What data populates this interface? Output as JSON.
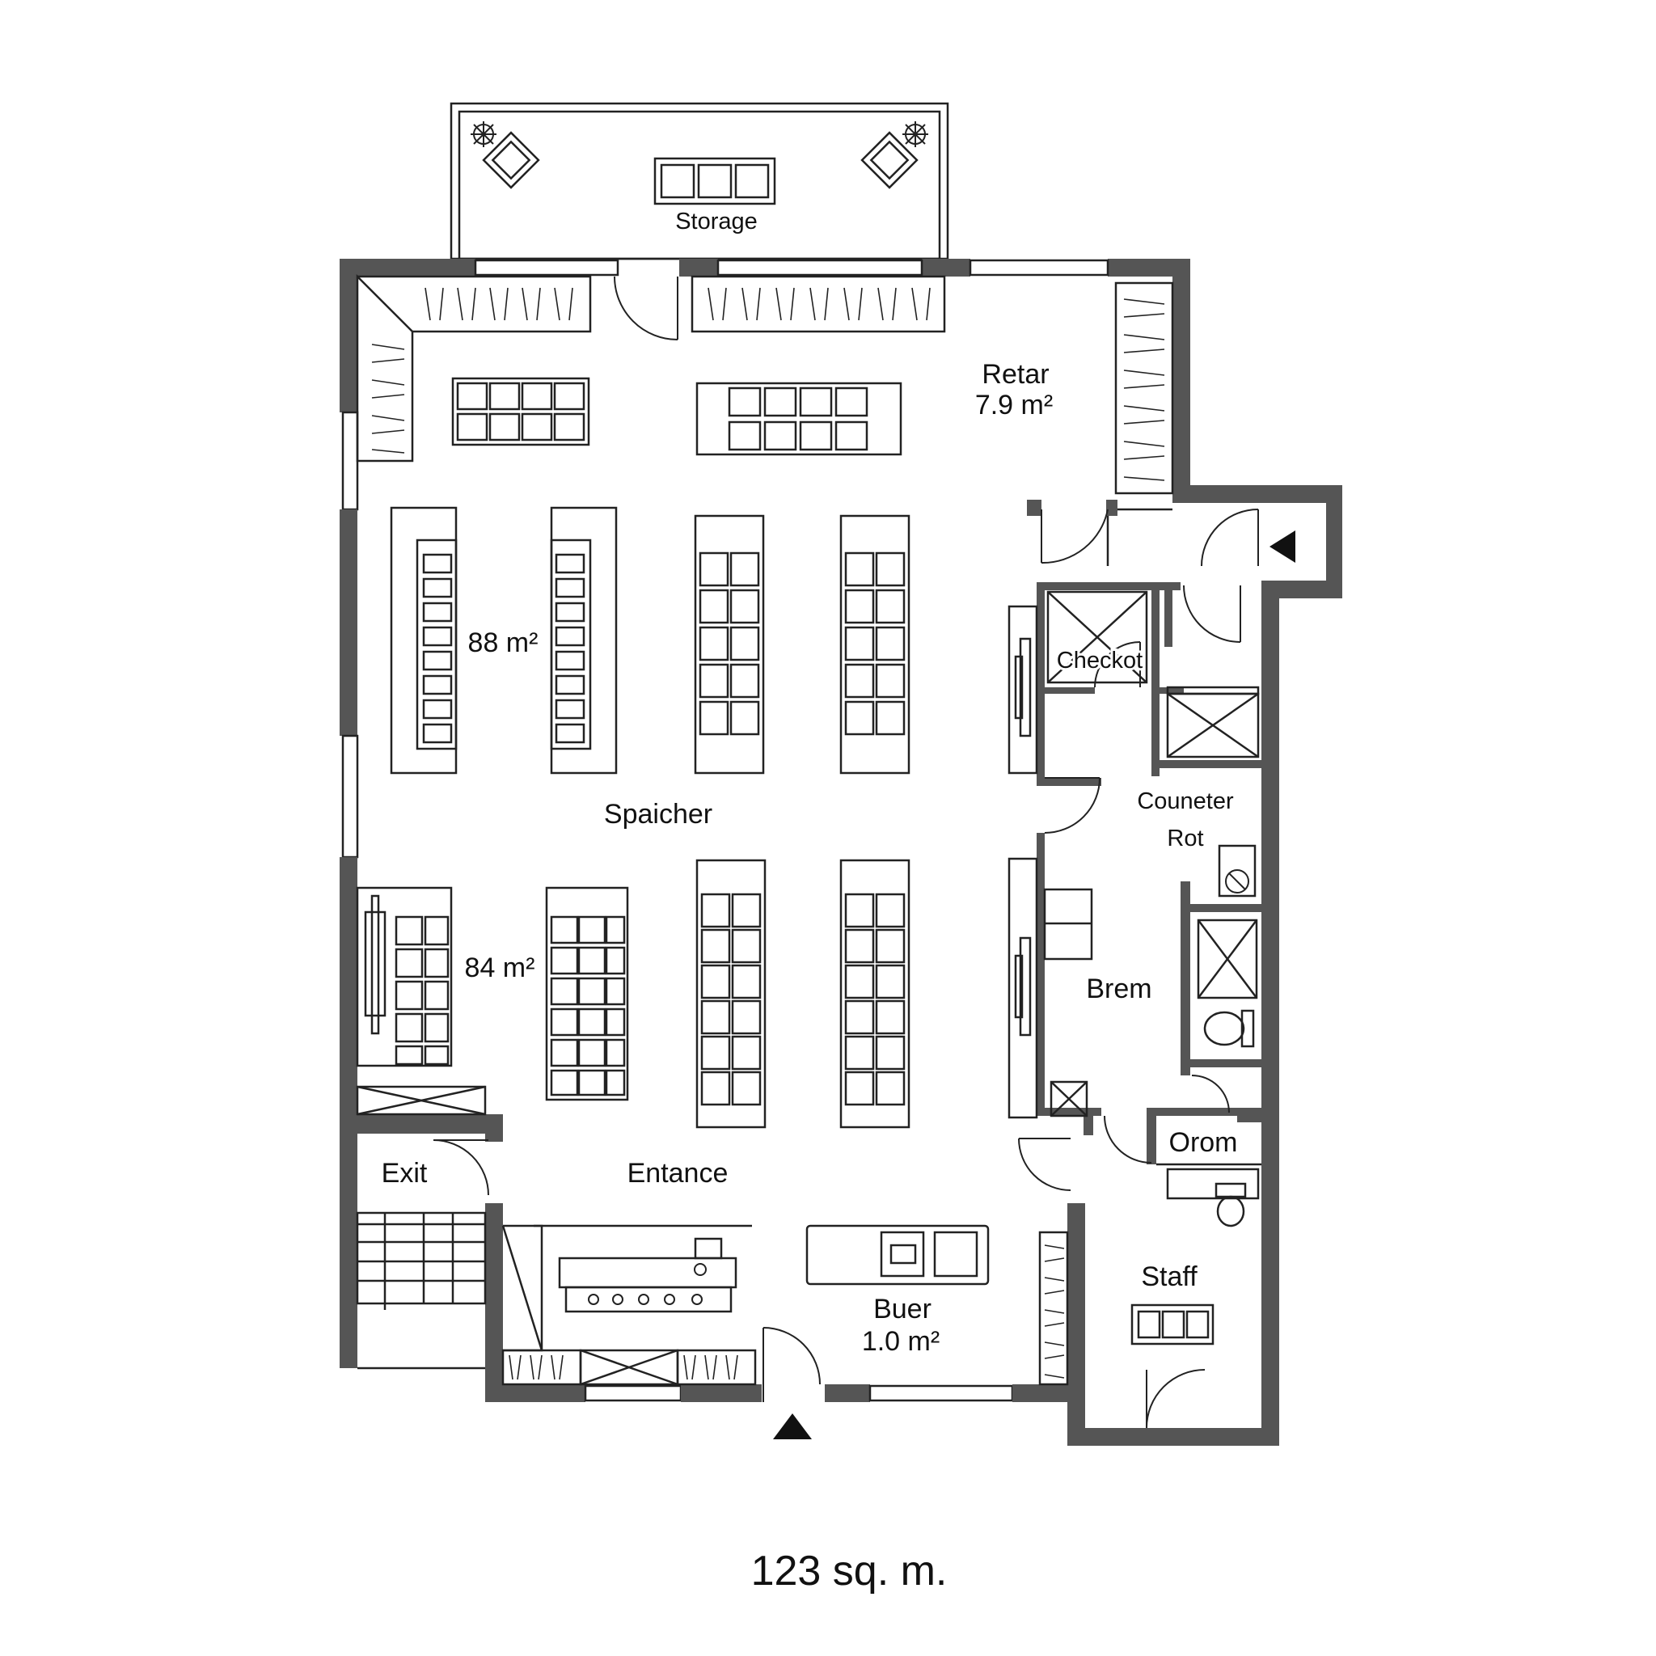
{
  "labels": {
    "storage": "Storage",
    "retar": "Retar",
    "retar_area": "7.9 m²",
    "area_88": "88 m²",
    "checkout": "Checkot",
    "spaicher": "Spaicher",
    "counter": "Couneter",
    "counter_room": "Rot",
    "area_84": "84 m²",
    "brem": "Brem",
    "exit": "Exit",
    "entrance": "Entance",
    "orom": "Orom",
    "staff": "Staff",
    "buer": "Buer",
    "buer_area": "1.0 m²"
  },
  "caption": "123 sq. m.",
  "colors": {
    "wall": "#555555",
    "line": "#222222",
    "background": "#ffffff"
  },
  "icons": {
    "entrance_marker": "black-triangle-up",
    "side_entry_marker": "black-triangle-left"
  }
}
